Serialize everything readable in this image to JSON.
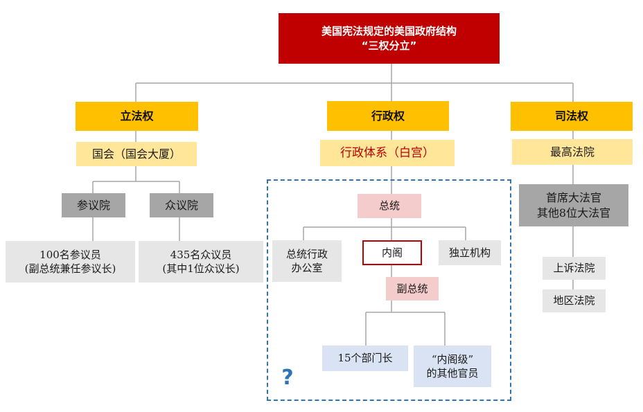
{
  "title": {
    "line1": "美国宪法规定的美国政府结构",
    "line2": "“三权分立”"
  },
  "legislative": {
    "label": "立法权",
    "congress": "国会（国会大厦）",
    "senate": {
      "label": "参议院",
      "members_line1": "100名参议员",
      "members_line2": "(副总统兼任参议长)"
    },
    "house": {
      "label": "众议院",
      "members_line1": "435名众议员",
      "members_line2": "(其中1位众议长)"
    }
  },
  "executive": {
    "label": "行政权",
    "system": "行政体系（白宫）",
    "president": "总统",
    "exec_office_line1": "总统行政",
    "exec_office_line2": "办公室",
    "cabinet": "内阁",
    "independent": "独立机构",
    "vice_president": "副总统",
    "dept_heads": "15个部门长",
    "cabinet_level_line1": "“内阁级”",
    "cabinet_level_line2": "的其他官员",
    "question_mark": "?"
  },
  "judicial": {
    "label": "司法权",
    "supreme_court": "最高法院",
    "justices_line1": "首席大法官",
    "justices_line2": "其他8位大法官",
    "appeals": "上诉法院",
    "district": "地区法院"
  },
  "colors": {
    "title_bg": "#c00000",
    "branch_bg": "#ffc000",
    "sub_bg": "#ffe699",
    "frame": "#2e75b6"
  }
}
